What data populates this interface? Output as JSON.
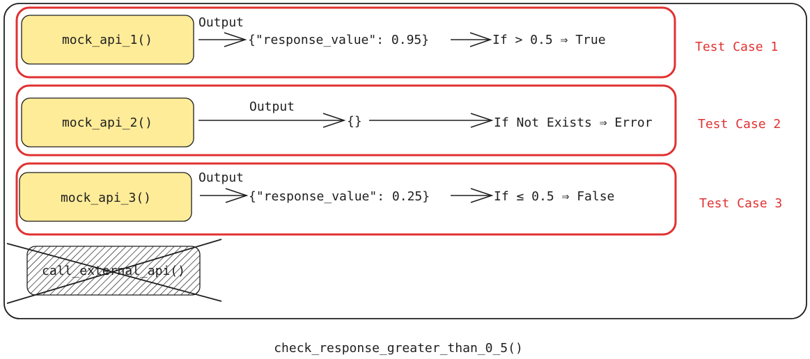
{
  "colors": {
    "box_fill": "#ffec99",
    "test_case_red": "#e03131",
    "stroke": "#1e1e1e"
  },
  "test_cases": [
    {
      "label": "Test Case 1",
      "mock_fn": "mock_api_1()",
      "output_label": "Output",
      "response": "{\"response_value\": 0.95}",
      "condition": "If > 0.5 ⇒ True"
    },
    {
      "label": "Test Case 2",
      "mock_fn": "mock_api_2()",
      "output_label": "Output",
      "response": "{}",
      "condition": "If Not Exists ⇒ Error"
    },
    {
      "label": "Test Case 3",
      "mock_fn": "mock_api_3()",
      "output_label": "Output",
      "response": "{\"response_value\": 0.25}",
      "condition": "If ≤ 0.5 ⇒ False"
    }
  ],
  "external_api": {
    "label": "call_external_api()",
    "state": "crossed-out"
  },
  "caption": "check_response_greater_than_0_5()"
}
